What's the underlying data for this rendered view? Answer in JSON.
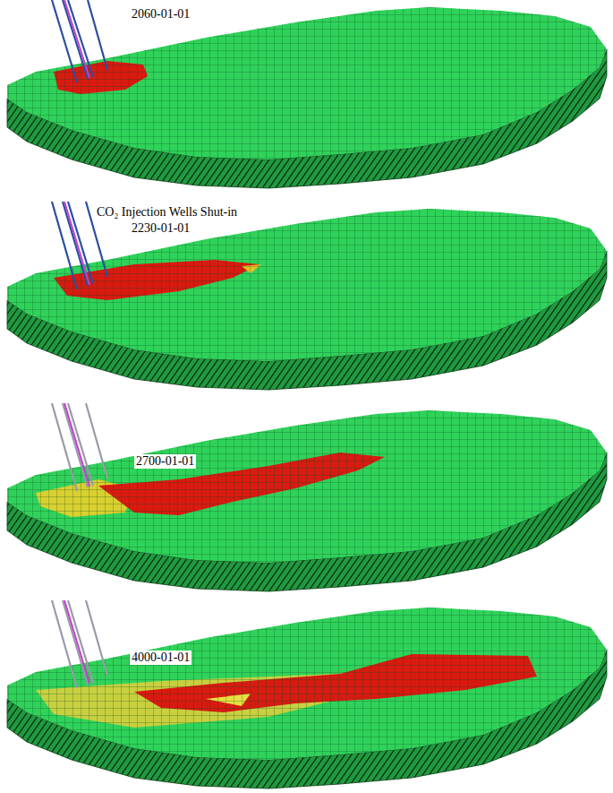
{
  "diagram": {
    "labels": [
      "2060-01-01",
      "CO₂ Injection Wells Shut-in",
      "2230-01-01",
      "2700-01-01",
      "4000-01-01"
    ]
  }
}
